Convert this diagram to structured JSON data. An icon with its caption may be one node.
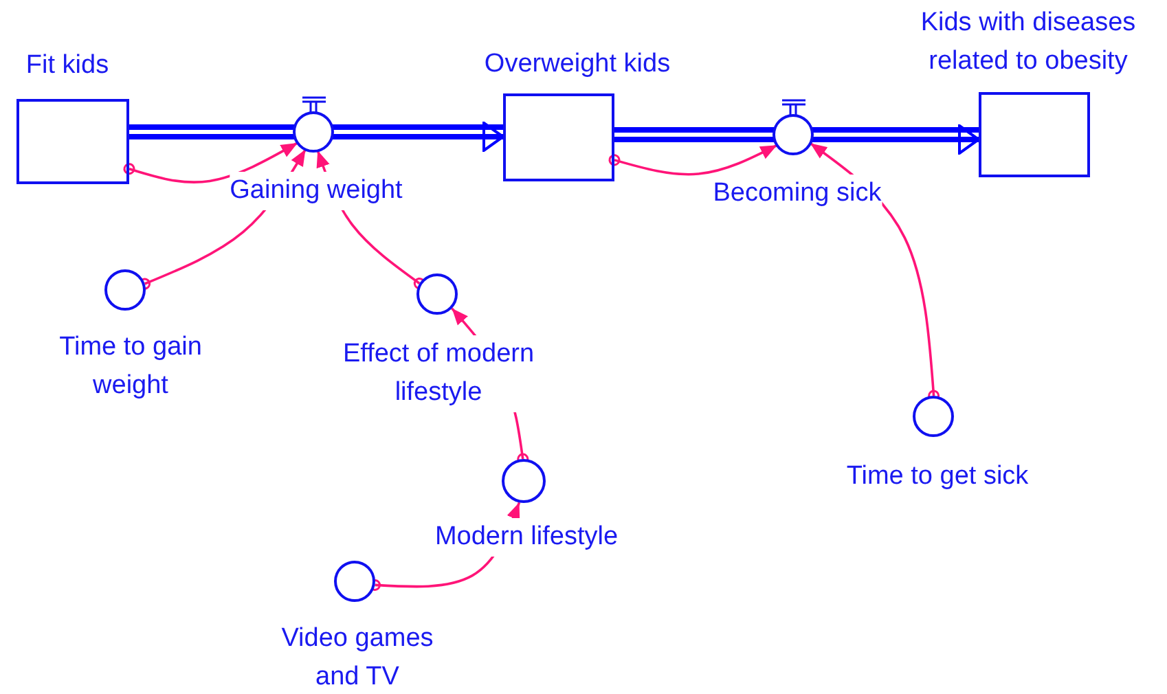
{
  "diagram": {
    "nodes": [
      {
        "text": [
          "Fit kids"
        ]
      },
      {
        "text": [
          "Overweight kids"
        ]
      },
      {
        "text": [
          "Kids with diseases related to obesity"
        ]
      },
      {
        "text": [
          "Gaining weight"
        ]
      },
      {
        "text": [
          "Becoming sick"
        ]
      },
      {
        "text": [
          "Time to gain weight"
        ]
      },
      {
        "text": [
          "Effect of modern lifestyle"
        ]
      },
      {
        "text": [
          "Modern lifestyle"
        ]
      },
      {
        "text": [
          "Video games and TV"
        ]
      },
      {
        "text": [
          "Time to get sick"
        ]
      }
    ],
    "edges": [
      {
        "from": 0,
        "to": 3,
        "arrow": "none",
        "style": "thick",
        "color": "#0000ff"
      },
      {
        "from": 3,
        "to": 1,
        "arrow": "to",
        "style": "thick",
        "color": "#0000ff"
      },
      {
        "from": 1,
        "to": 4,
        "arrow": "none",
        "style": "thick",
        "color": "#0000ff"
      },
      {
        "from": 4,
        "to": 2,
        "arrow": "to",
        "style": "thick",
        "color": "#0000ff"
      },
      {
        "from": 0,
        "to": 3,
        "arrow": "to"
      },
      {
        "from": 5,
        "to": 3,
        "arrow": "to"
      },
      {
        "from": 6,
        "to": 3,
        "arrow": "to"
      },
      {
        "from": 7,
        "to": 6,
        "arrow": "to"
      },
      {
        "from": 8,
        "to": 7,
        "arrow": "to"
      },
      {
        "from": 1,
        "to": 4,
        "arrow": "to"
      },
      {
        "from": 9,
        "to": 4,
        "arrow": "to"
      }
    ]
  }
}
